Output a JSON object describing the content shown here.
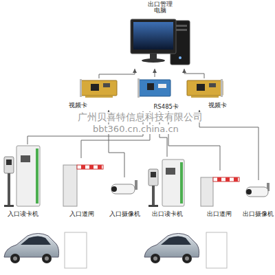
{
  "diagram": {
    "nodes": [
      {
        "text": [
          "出口管理电脑"
        ]
      },
      {
        "text": [
          "视频卡"
        ]
      },
      {
        "text": [
          "RS485卡"
        ]
      },
      {
        "text": [
          "视频卡"
        ]
      },
      {
        "text": [
          "入口读卡机"
        ]
      },
      {
        "text": [
          "入口道闸"
        ]
      },
      {
        "text": [
          "入口摄像机"
        ]
      },
      {
        "text": [
          "出口读卡机"
        ]
      },
      {
        "text": [
          "出口道闸"
        ]
      },
      {
        "text": [
          "出口摄像机"
        ]
      }
    ],
    "edges": [
      {
        "from": 1,
        "to": 0,
        "arrow": "to"
      },
      {
        "from": 2,
        "to": 0,
        "arrow": "to"
      },
      {
        "from": 3,
        "to": 0,
        "arrow": "to"
      },
      {
        "from": 4,
        "to": 2,
        "arrow": "to"
      },
      {
        "from": 5,
        "to": 2,
        "arrow": "to"
      },
      {
        "from": 6,
        "to": 1,
        "arrow": "to"
      },
      {
        "from": 7,
        "to": 2,
        "arrow": "to"
      },
      {
        "from": 8,
        "to": 2,
        "arrow": "to"
      },
      {
        "from": 9,
        "to": 3,
        "arrow": "to"
      }
    ],
    "labels": [
      "广州贝喜特信息科技有限公司",
      "bbt360.cn.china.cn"
    ]
  }
}
